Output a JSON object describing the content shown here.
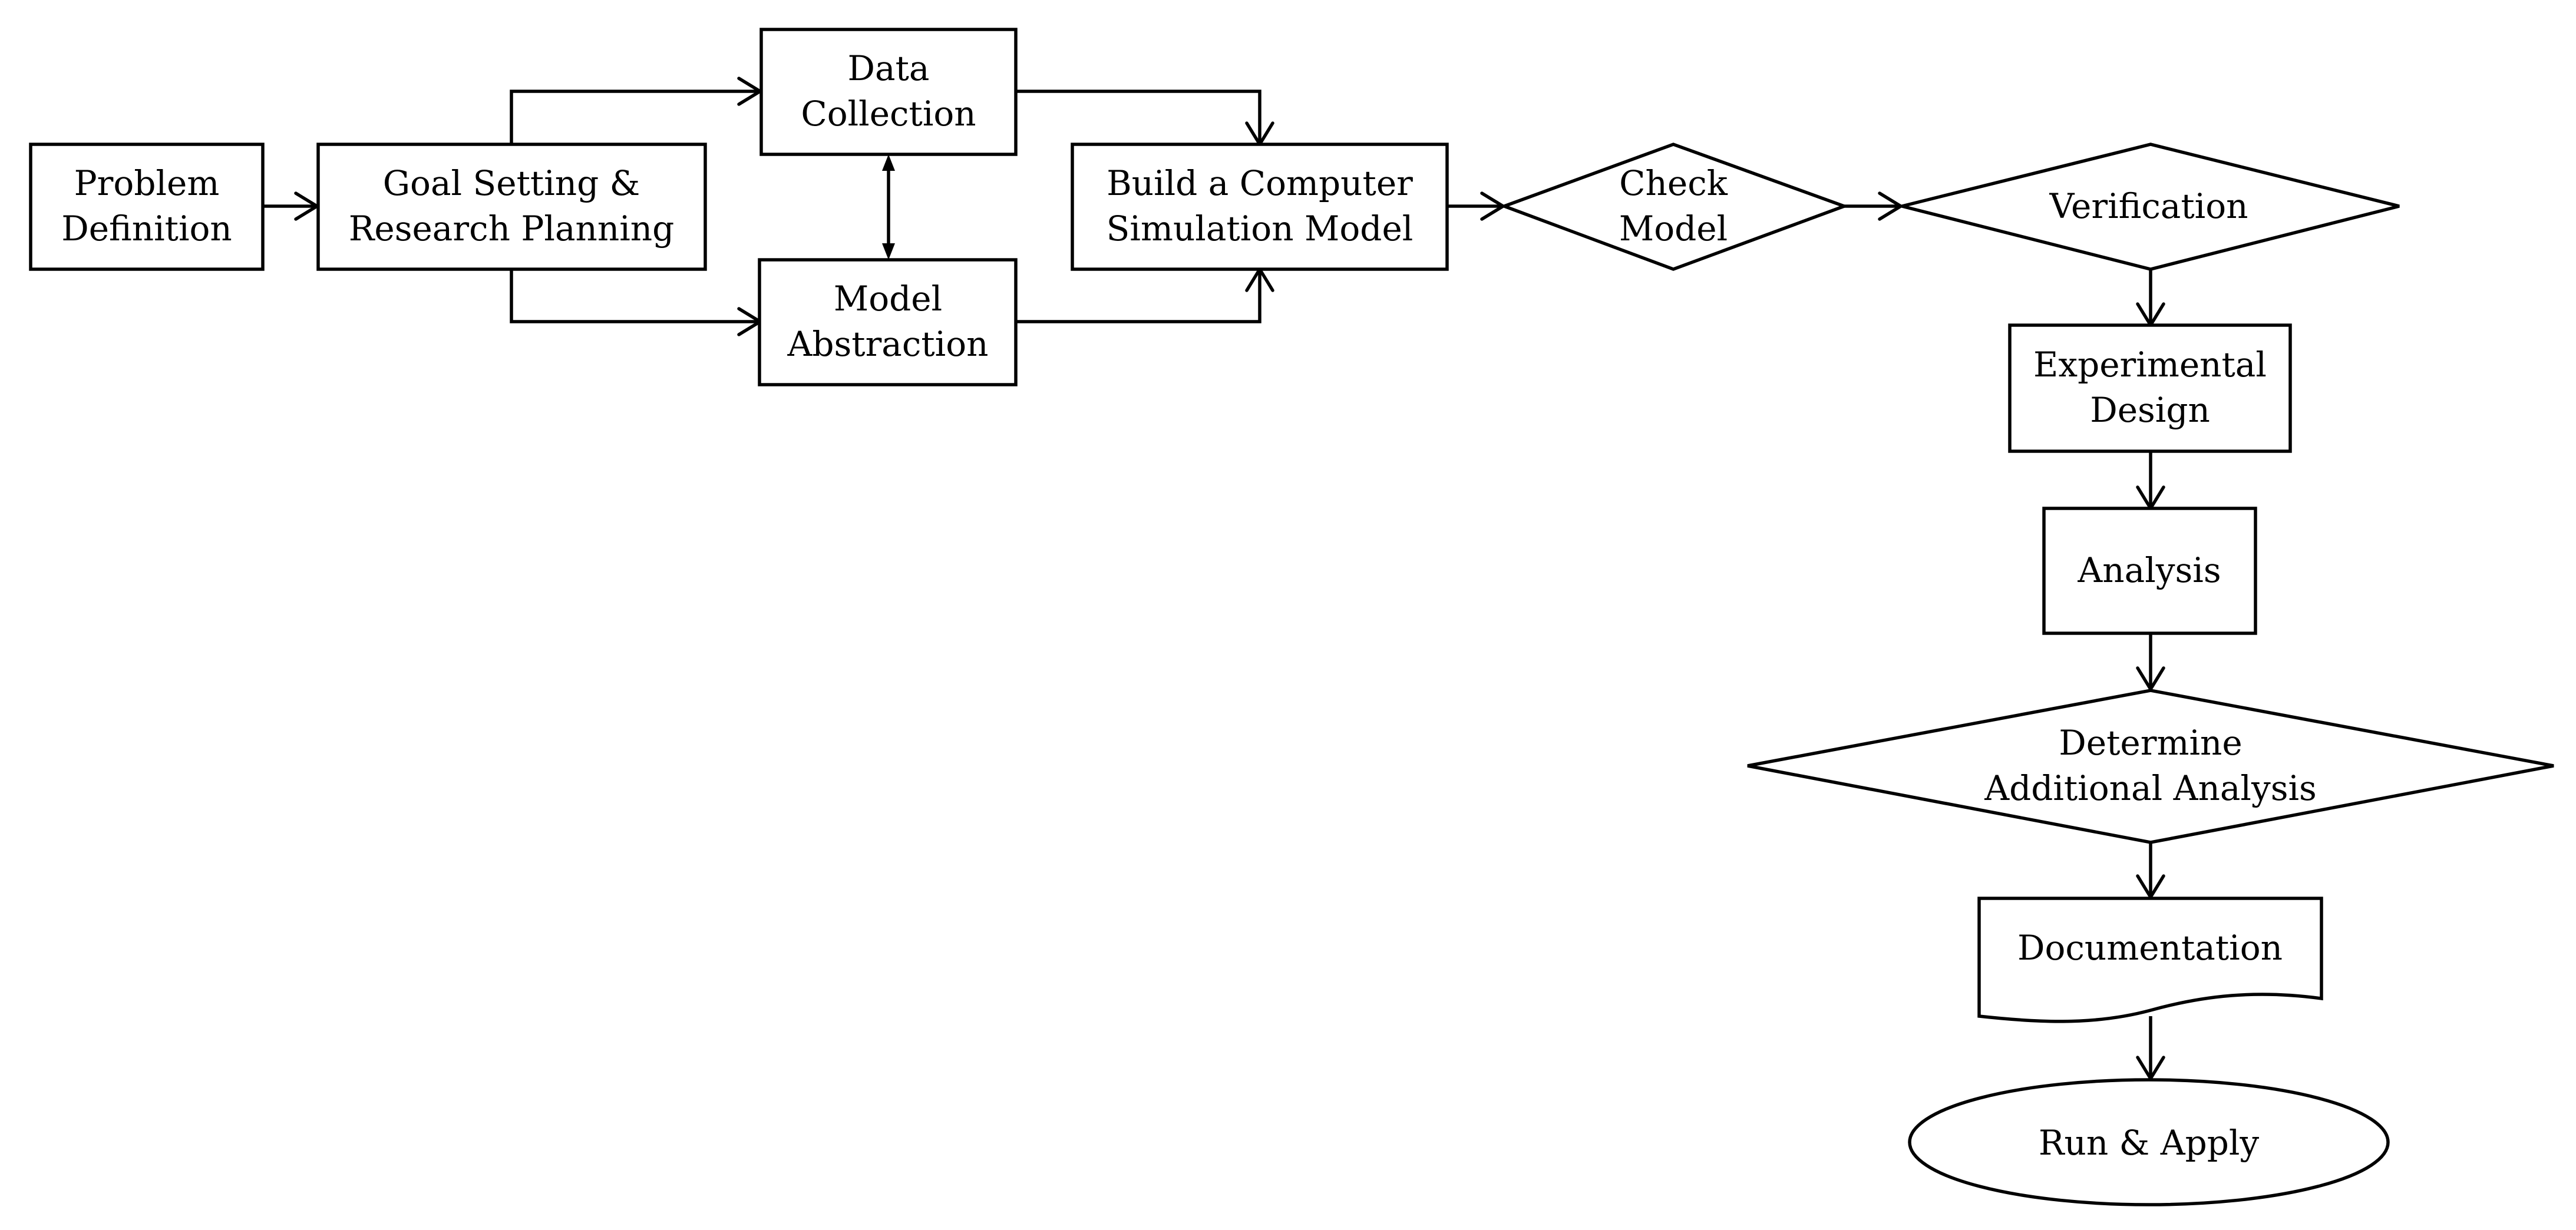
{
  "nodes": {
    "problem_definition": {
      "lines": [
        "Problem",
        "Definition"
      ]
    },
    "goal_setting": {
      "lines": [
        "Goal Setting &",
        "Research Planning"
      ]
    },
    "data_collection": {
      "lines": [
        "Data",
        "Collection"
      ]
    },
    "model_abstraction": {
      "lines": [
        "Model",
        "Abstraction"
      ]
    },
    "build_model": {
      "lines": [
        "Build a Computer",
        "Simulation Model"
      ]
    },
    "check_model": {
      "lines": [
        "Check",
        "Model"
      ]
    },
    "verification": {
      "lines": [
        "Verification"
      ]
    },
    "experimental_design": {
      "lines": [
        "Experimental",
        "Design"
      ]
    },
    "analysis": {
      "lines": [
        "Analysis"
      ]
    },
    "determine_additional_analysis": {
      "lines": [
        "Determine",
        "Additional Analysis"
      ]
    },
    "documentation": {
      "lines": [
        "Documentation"
      ]
    },
    "run_apply": {
      "lines": [
        "Run & Apply"
      ]
    }
  },
  "colors": {
    "stroke": "#000000",
    "fill": "#ffffff"
  }
}
